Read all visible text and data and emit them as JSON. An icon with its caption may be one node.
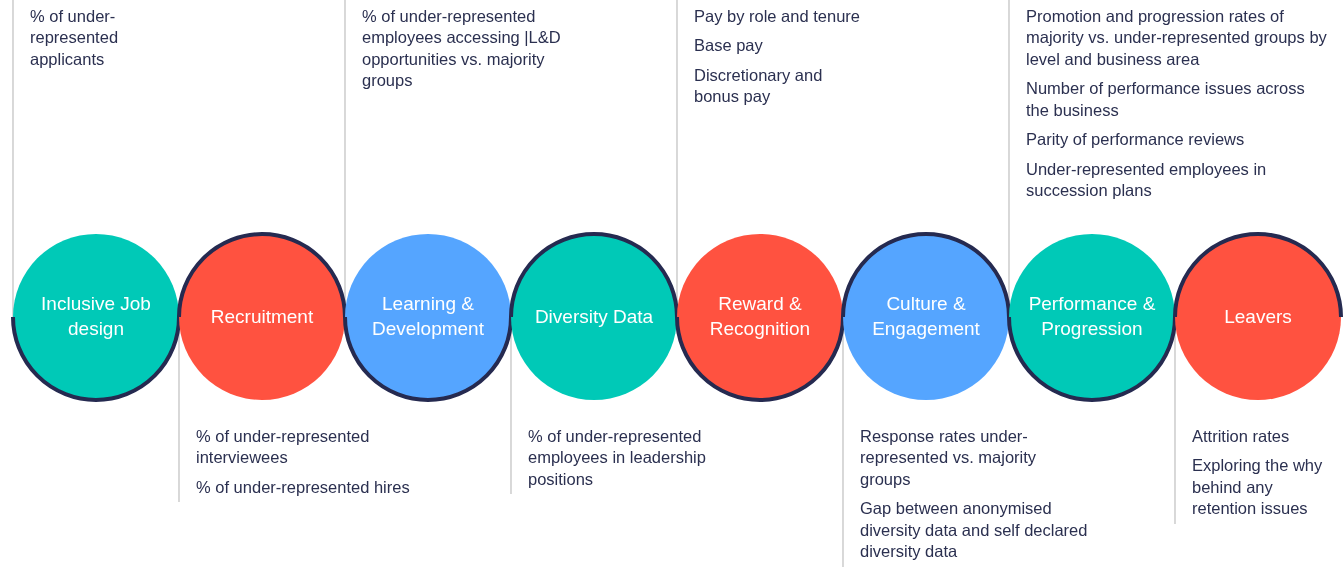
{
  "diagram": {
    "nodes": [
      {
        "text": [
          "Inclusive Job design"
        ]
      },
      {
        "text": [
          "Recruitment"
        ]
      },
      {
        "text": [
          "Learning & Development"
        ]
      },
      {
        "text": [
          "Diversity Data"
        ]
      },
      {
        "text": [
          "Reward & Recognition"
        ]
      },
      {
        "text": [
          "Culture & Engagement"
        ]
      },
      {
        "text": [
          "Performance & Progression"
        ]
      },
      {
        "text": [
          "Leavers"
        ]
      }
    ],
    "labels": [
      "% of under-represented applicants",
      "% of under-represented employees accessing |L&D opportunities vs. majority groups",
      "Pay by role and tenure",
      "Base pay",
      "Discretionary and bonus pay",
      "Promotion and progression rates of majority vs. under-represented groups by level and business area",
      "Number of performance issues across the business",
      "Parity of performance reviews",
      "Under-represented employees in succession plans",
      "% of under-represented interviewees",
      "% of under-represented hires",
      "% of under-represented employees in leadership positions",
      "Response rates under-represented vs. majority groups",
      "Gap between anonymised diversity data and self declared diversity data",
      "Attrition rates",
      "Exploring the why behind any retention issues"
    ]
  }
}
